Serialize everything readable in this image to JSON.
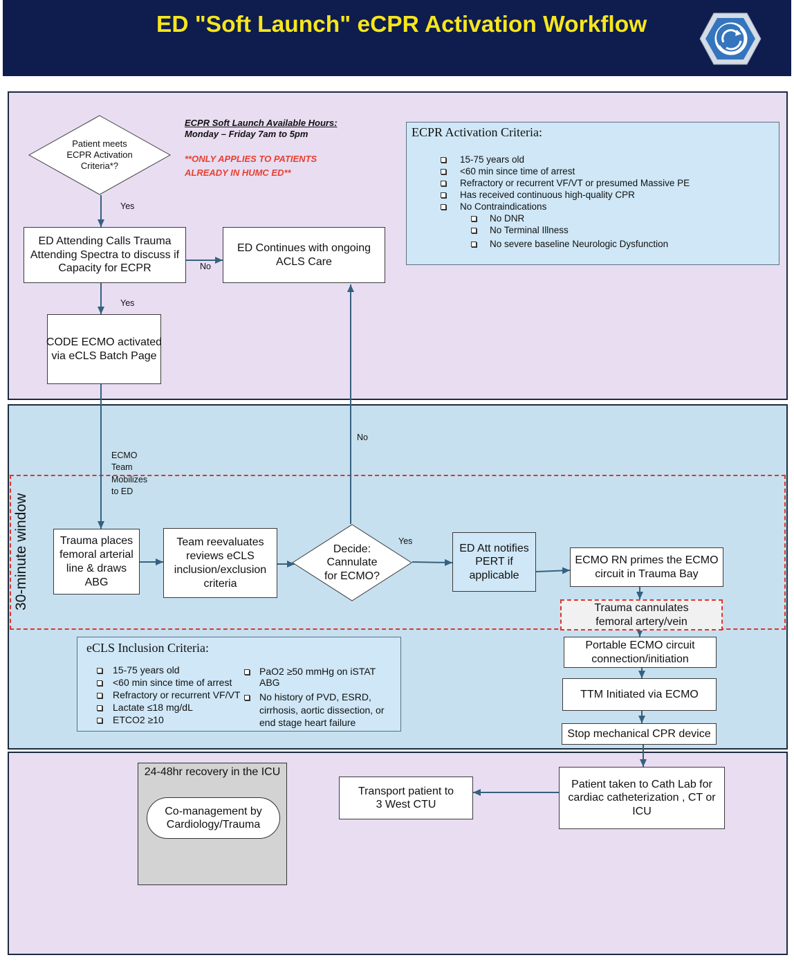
{
  "header": {
    "title": "ED \"Soft Launch\" eCPR Activation Workflow",
    "logo_icon": "hexagon-swirl-logo-icon"
  },
  "window_label": "30-minute window",
  "availability_note": {
    "heading": "ECPR Soft Launch Available Hours:",
    "hours": "Monday – Friday 7am to 5pm"
  },
  "scope_note": {
    "lines": [
      "**ONLY APPLIES TO PATIENTS",
      "ALREADY IN HUMC ED**"
    ]
  },
  "activation_criteria": {
    "title": "ECPR Activation Criteria:",
    "items": [
      "15-75 years old",
      "<60 min since time of arrest",
      "Refractory or recurrent VF/VT or presumed Massive PE",
      "Has received continuous high-quality CPR",
      "No Contraindications"
    ],
    "contraindications": [
      "No DNR",
      "No Terminal Illness",
      "No severe baseline Neurologic Dysfunction"
    ]
  },
  "nodes": {
    "patient_meets_criteria": {
      "lines": [
        "Patient meets",
        "ECPR Activation",
        "Criteria*?"
      ]
    },
    "ed_attending_calls": {
      "lines": [
        "ED Attending Calls Trauma",
        "Attending Spectra to discuss if",
        "Capacity for ECPR"
      ]
    },
    "acls_care": {
      "lines": [
        "ED Continues with ongoing",
        "ACLS Care"
      ]
    },
    "code_ecmo": {
      "lines": [
        "CODE ECMO activated",
        "via eCLS Batch Page"
      ]
    },
    "trauma_arterial_line": {
      "lines": [
        "Trauma places",
        "femoral arterial",
        "line & draws",
        "ABG"
      ]
    },
    "team_reevaluates": {
      "lines": [
        "Team reevaluates",
        "reviews eCLS",
        "inclusion/exclusion",
        "criteria"
      ]
    },
    "decide_cannulate": {
      "lines": [
        "Decide:",
        "Cannulate",
        "for ECMO?"
      ]
    },
    "pert_notify": {
      "lines": [
        "ED Att notifies",
        "PERT if",
        "applicable"
      ]
    },
    "ecmo_rn_primes": {
      "lines": [
        "ECMO RN primes the ECMO",
        "circuit in Trauma Bay"
      ]
    },
    "trauma_cannulates": {
      "lines": [
        "Trauma cannulates",
        "femoral artery/vein"
      ]
    },
    "portable_ecmo": {
      "lines": [
        "Portable ECMO circuit",
        "connection/initiation"
      ]
    },
    "ttm_initiated": {
      "lines": [
        "TTM Initiated via ECMO"
      ]
    },
    "stop_cpr_device": {
      "lines": [
        "Stop mechanical CPR device"
      ]
    },
    "cath_lab": {
      "lines": [
        "Patient taken to Cath Lab for",
        "cardiac catheterization , CT or",
        "ICU"
      ]
    },
    "transport_ctu": {
      "lines": [
        "Transport patient to",
        "3 West CTU"
      ]
    },
    "icu_recovery": {
      "title": "24-48hr recovery in the ICU",
      "lines": [
        "Co-management by",
        "Cardiology/Trauma"
      ]
    }
  },
  "edge_labels": {
    "criteria_yes": "Yes",
    "capacity_no": "No",
    "capacity_yes": "Yes",
    "team_mobilizes": [
      "ECMO",
      "Team",
      "Mobilizes",
      "to ED"
    ],
    "cannulate_no": "No",
    "cannulate_yes": "Yes"
  },
  "inclusion_criteria": {
    "title": "eCLS Inclusion Criteria:",
    "left_items": [
      "15-75 years old",
      "<60 min since time of arrest",
      "Refractory or recurrent VF/VT",
      "Lactate ≤18 mg/dL",
      "ETCO2 ≥10"
    ],
    "right_items": [
      [
        "PaO2 ≥50 mmHg on iSTAT",
        "ABG"
      ],
      [
        "No history of PVD, ESRD,",
        "cirrhosis, aortic dissection, or",
        "end stage heart failure"
      ]
    ]
  },
  "colors": {
    "header-bg": "#0e1c4e",
    "title-yellow": "#f6e61c",
    "zone-lavender": "#e9ddf2",
    "zone-blue": "#c6e0ef",
    "panel-blue": "#cfe7f6",
    "window-red": "#e0332b",
    "arrow": "#36607f",
    "note-red": "#e8402f",
    "icu-gray": "#d3d3d3",
    "cannulate-fill": "#f1f1f1",
    "zone-border": "#1b2b3d"
  }
}
